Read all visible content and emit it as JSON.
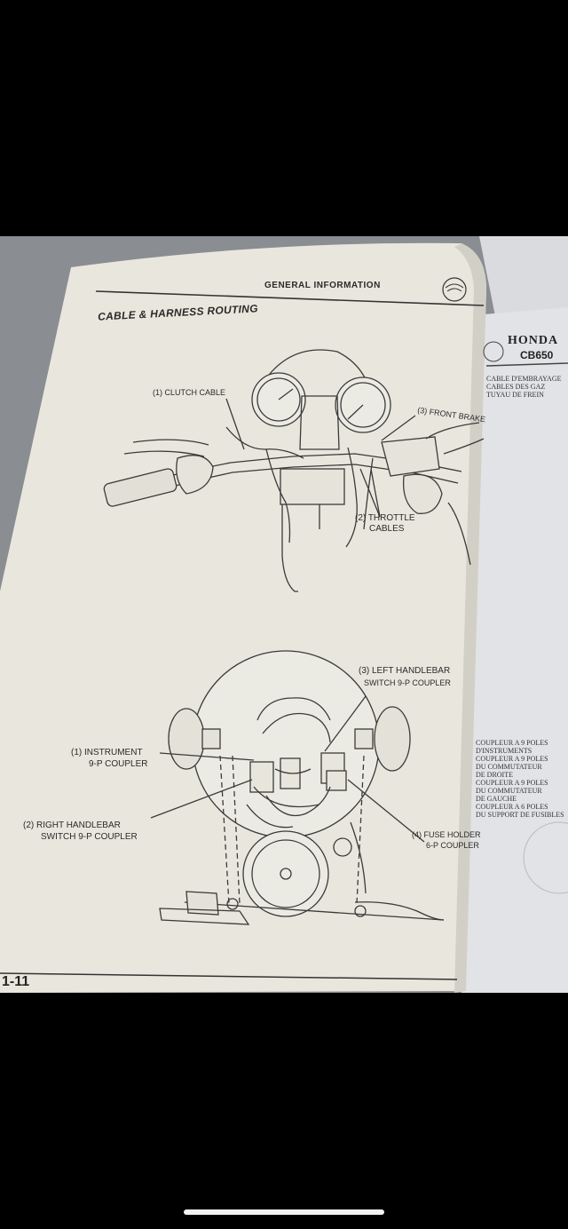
{
  "manual": {
    "section_header": "GENERAL INFORMATION",
    "page_title": "CABLE & HARNESS ROUTING",
    "page_number": "1-11",
    "top_labels": {
      "clutch_cable": "(1) CLUTCH CABLE",
      "front_brake": "(3) FRONT BRAKE",
      "throttle_line1": "(2) THROTTLE",
      "throttle_line2": "CABLES"
    },
    "bottom_labels": {
      "left_switch_line1": "(3) LEFT HANDLEBAR",
      "left_switch_line2": "SWITCH 9-P COUPLER",
      "instrument_line1": "(1) INSTRUMENT",
      "instrument_line2": "9-P COUPLER",
      "right_switch_line1": "(2) RIGHT HANDLEBAR",
      "right_switch_line2": "SWITCH 9-P COUPLER",
      "fuse_line1": "(4) FUSE HOLDER",
      "fuse_line2": "6-P COUPLER"
    }
  },
  "second_page": {
    "brand": "HONDA",
    "model": "CB650",
    "legend": [
      "CABLE D'EMBRAYAGE",
      "CABLES DES GAZ",
      "TUYAU DE FREIN"
    ],
    "french_notes": [
      "COUPLEUR A 9 POLES",
      "D'INSTRUMENTS",
      "COUPLEUR A 9 POLES",
      "DU COMMUTATEUR",
      "DE DROITE",
      "COUPLEUR A 9 POLES",
      "DU COMMUTATEUR",
      "DE GAUCHE",
      "COUPLEUR A 6 POLES",
      "DU SUPPORT DE FUSIBLES"
    ]
  },
  "colors": {
    "background": "#000000",
    "page_paper": "#e9e7dd",
    "ink": "#2a2a2a"
  }
}
